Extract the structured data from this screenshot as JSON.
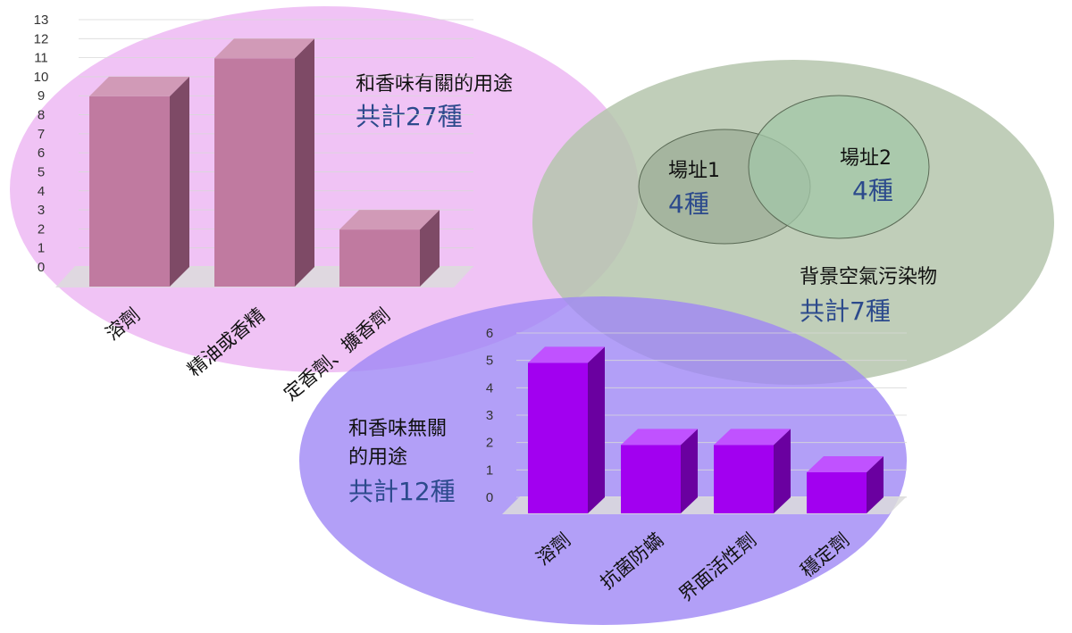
{
  "colors": {
    "fragrance_ellipse": "#f0c3f5",
    "background_ellipse": "#b5c5ad",
    "nonfragrance_ellipse": "#9f87f5",
    "site1_circle": "#a5b59f",
    "site2_circle": "#a3c7a8",
    "bar1_front": "#c07aa0",
    "bar1_side": "#7e4a66",
    "bar1_top": "#d19ab7",
    "bar2_front": "#a200f0",
    "bar2_side": "#6a00a0",
    "bar2_top": "#c052ff",
    "total_text": "#2c4a8c"
  },
  "fragrance": {
    "label": "和香味有關的用途",
    "total": "共計27種"
  },
  "background": {
    "label": "背景空氣污染物",
    "total": "共計7種",
    "site1_label": "場址1",
    "site1_count": "4種",
    "site2_label": "場址2",
    "site2_count": "4種"
  },
  "nonfragrance": {
    "label_line1": "和香味無關",
    "label_line2": "的用途",
    "total": "共計12種"
  },
  "chart_data": [
    {
      "type": "bar",
      "categories": [
        "溶劑",
        "精油或香精",
        "定香劑、擴香劑"
      ],
      "values": [
        10,
        12,
        3
      ],
      "ylim": [
        0,
        13
      ],
      "yticks": [
        0,
        1,
        2,
        3,
        4,
        5,
        6,
        7,
        8,
        9,
        10,
        11,
        12,
        13
      ],
      "grid": true,
      "style": "3d"
    },
    {
      "type": "bar",
      "categories": [
        "溶劑",
        "抗菌防蟎",
        "界面活性劑",
        "穩定劑"
      ],
      "values": [
        5.5,
        2.5,
        2.5,
        1.5
      ],
      "ylim": [
        0,
        6
      ],
      "yticks": [
        0,
        1,
        2,
        3,
        4,
        5,
        6
      ],
      "grid": true,
      "style": "3d"
    }
  ]
}
